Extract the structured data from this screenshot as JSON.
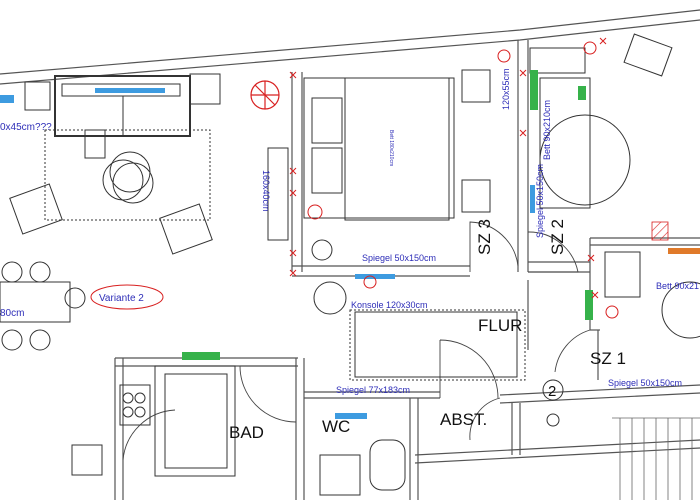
{
  "rooms": {
    "sz3": "SZ 3",
    "sz2": "SZ 2",
    "sz1": "SZ 1",
    "flur": "FLUR",
    "bad": "BAD",
    "wc": "WC",
    "abst": "ABST.",
    "circle_number": "2"
  },
  "annotations": {
    "left_edge": "0x45cm???",
    "left_table": "80cm",
    "variante": "Variante 2",
    "shelf": "160x40cm",
    "bed_sz3": "Bett 180x210cm",
    "mirror_sz3": "Spiegel 50x150cm",
    "console": "Konsole 120x30cm",
    "wardrobe_sz2": "120x55cm",
    "bed_sz2": "Bett 90x210cm",
    "mirror_sz2": "Spiegel 50x150cm",
    "bed_sz1": "Bett 90x21",
    "mirror_sz1": "Spiegel 50x150cm",
    "mirror_wc": "Spiegel 77x183cm"
  },
  "colors": {
    "wall": "#555555",
    "furniture": "#333333",
    "mirror_blue": "#3d9be0",
    "green": "#36b24a",
    "red": "#d82020",
    "orange": "#e07a2a",
    "note_blue": "#2e2eb8"
  },
  "icons": [
    "ceiling-fan-icon",
    "lamp-x-icon",
    "socket-icon"
  ]
}
